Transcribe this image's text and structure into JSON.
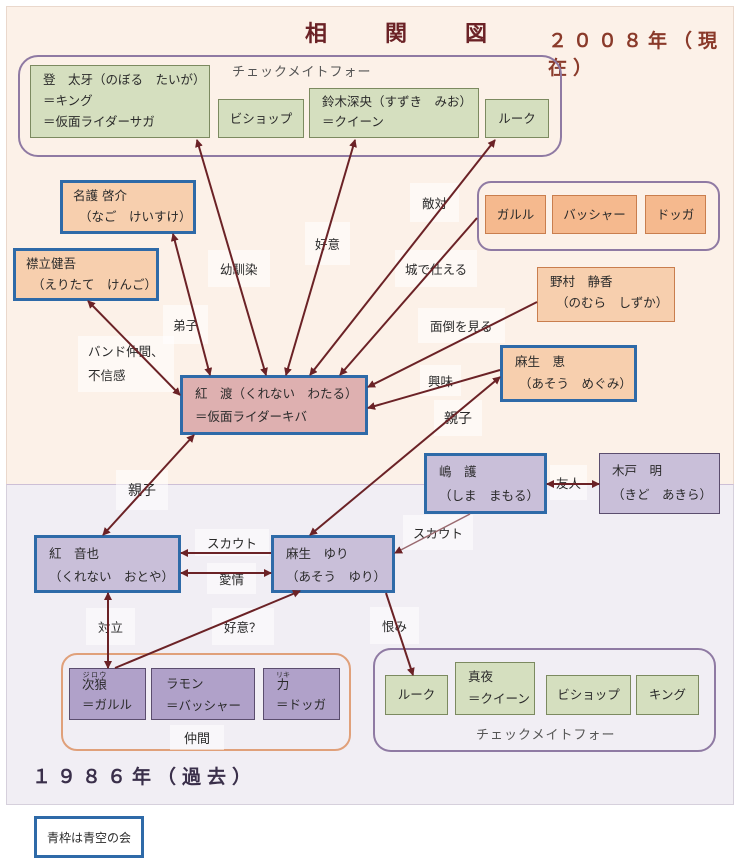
{
  "title": "相　関　図",
  "era_present": "２００８年（現在）",
  "era_past": "１９８６年（過去）",
  "legend": "青枠は青空の会",
  "colors": {
    "arrow": "#6b2226",
    "blue_frame": "#2e6aa8",
    "present_bg": "#fcf1e8",
    "past_bg": "#f1eef4"
  },
  "groups": {
    "checkmate_present": "チェックメイトフォー",
    "checkmate_past": "チェックメイトフォー",
    "nakama": "仲間"
  },
  "present": {
    "taiga": {
      "line1": "登　太牙（のぼる　たいが）",
      "line2": "＝キング",
      "line3": "＝仮面ライダーサガ"
    },
    "bishop": "ビショップ",
    "mio": {
      "line1": "鈴木深央（すずき　みお）",
      "line2": "＝クイーン"
    },
    "rook": "ルーク",
    "nago": {
      "line1": "名護 啓介",
      "line2": "（なご　けいすけ）"
    },
    "eritate": {
      "line1": "襟立健吾",
      "line2": "（えりたて　けんご）"
    },
    "garulu": "ガルル",
    "basshaa": "バッシャー",
    "dogga": "ドッガ",
    "nomura": {
      "line1": "野村　静香",
      "line2": "（のむら　しずか）"
    },
    "wataru": {
      "line1": "紅　渡（くれない　わたる）",
      "line2": "＝仮面ライダーキバ"
    },
    "megumi": {
      "line1": "麻生　恵",
      "line2": "（あそう　めぐみ）"
    }
  },
  "past": {
    "shima": {
      "line1": "嶋　護",
      "line2": "（しま　まもる）"
    },
    "kido": {
      "line1": "木戸　明",
      "line2": "（きど　あきら）"
    },
    "otoya": {
      "line1": "紅　音也",
      "line2": "（くれない　おとや）"
    },
    "yuri": {
      "line1": "麻生　ゆり",
      "line2": "（あそう　ゆり）"
    },
    "jirou": {
      "name": "次狼",
      "ruby": "ジロウ",
      "line2": "＝ガルル"
    },
    "ramon": {
      "name": "ラモン",
      "line2": "＝バッシャー"
    },
    "riki": {
      "name": "力",
      "ruby": "リキ",
      "line2": "＝ドッガ"
    },
    "rook": "ルーク",
    "maya": {
      "line1": "真夜",
      "line2": "＝クイーン"
    },
    "bishop": "ビショップ",
    "king": "キング"
  },
  "relations": {
    "osananajimi": "幼馴染",
    "koui": "好意",
    "tekitai": "敵対",
    "shiro": "城で仕える",
    "deshi": "弟子",
    "band": "バンド仲間、",
    "fushin": "不信感",
    "mendou": "面倒を見る",
    "kyoumi": "興味",
    "oyako1": "親子",
    "oyako2": "親子",
    "yuujin": "友人",
    "scout1": "スカウト",
    "scout2": "スカウト",
    "aijou": "愛情",
    "tairitsu": "対立",
    "koui2": "好意？",
    "urami": "恨み"
  }
}
